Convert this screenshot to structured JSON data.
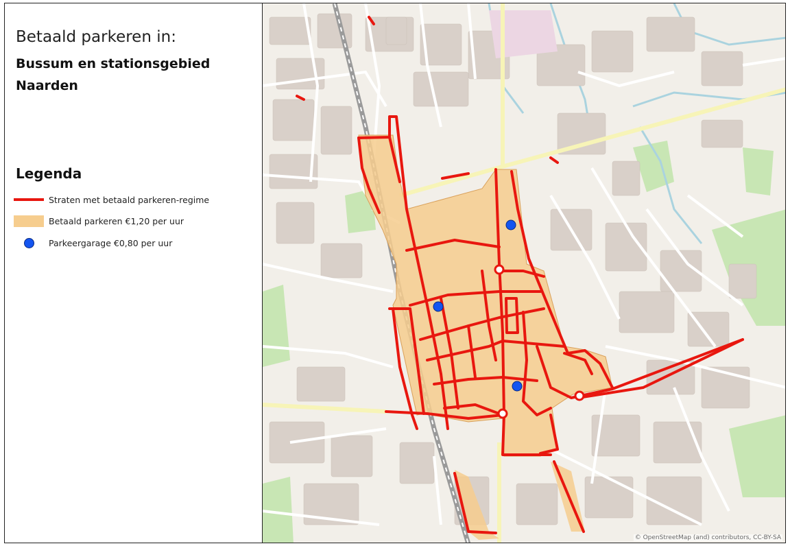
{
  "title": "Betaald parkeren in:",
  "subtitle": "Bussum en stationsgebied Naarden",
  "legend": {
    "title": "Legenda",
    "items": [
      {
        "label": "Straten met betaald parkeren-regime",
        "symbol": "line",
        "color": "#e8170f"
      },
      {
        "label": "Betaald parkeren €1,20 per uur",
        "symbol": "area",
        "color": "#f6cd8e"
      },
      {
        "label": "Parkeergarage €0,80 per uur",
        "symbol": "dot",
        "color": "#1455f0"
      }
    ]
  },
  "map": {
    "attribution": "© OpenStreetMap (and) contributors, CC-BY-SA",
    "colors": {
      "base": "#f2efe9",
      "building": "#d9d0c9",
      "road": "#ffffff",
      "major_road": "#f7f4b7",
      "rail": "#9a9a9a",
      "green": "#c8e6b4",
      "water": "#aad3df",
      "paid_area": "#f6cd8e",
      "paid_street": "#e8170f",
      "garage": "#1455f0"
    },
    "garages": [
      {
        "name": "garage-north"
      },
      {
        "name": "garage-west"
      },
      {
        "name": "garage-south"
      }
    ]
  }
}
